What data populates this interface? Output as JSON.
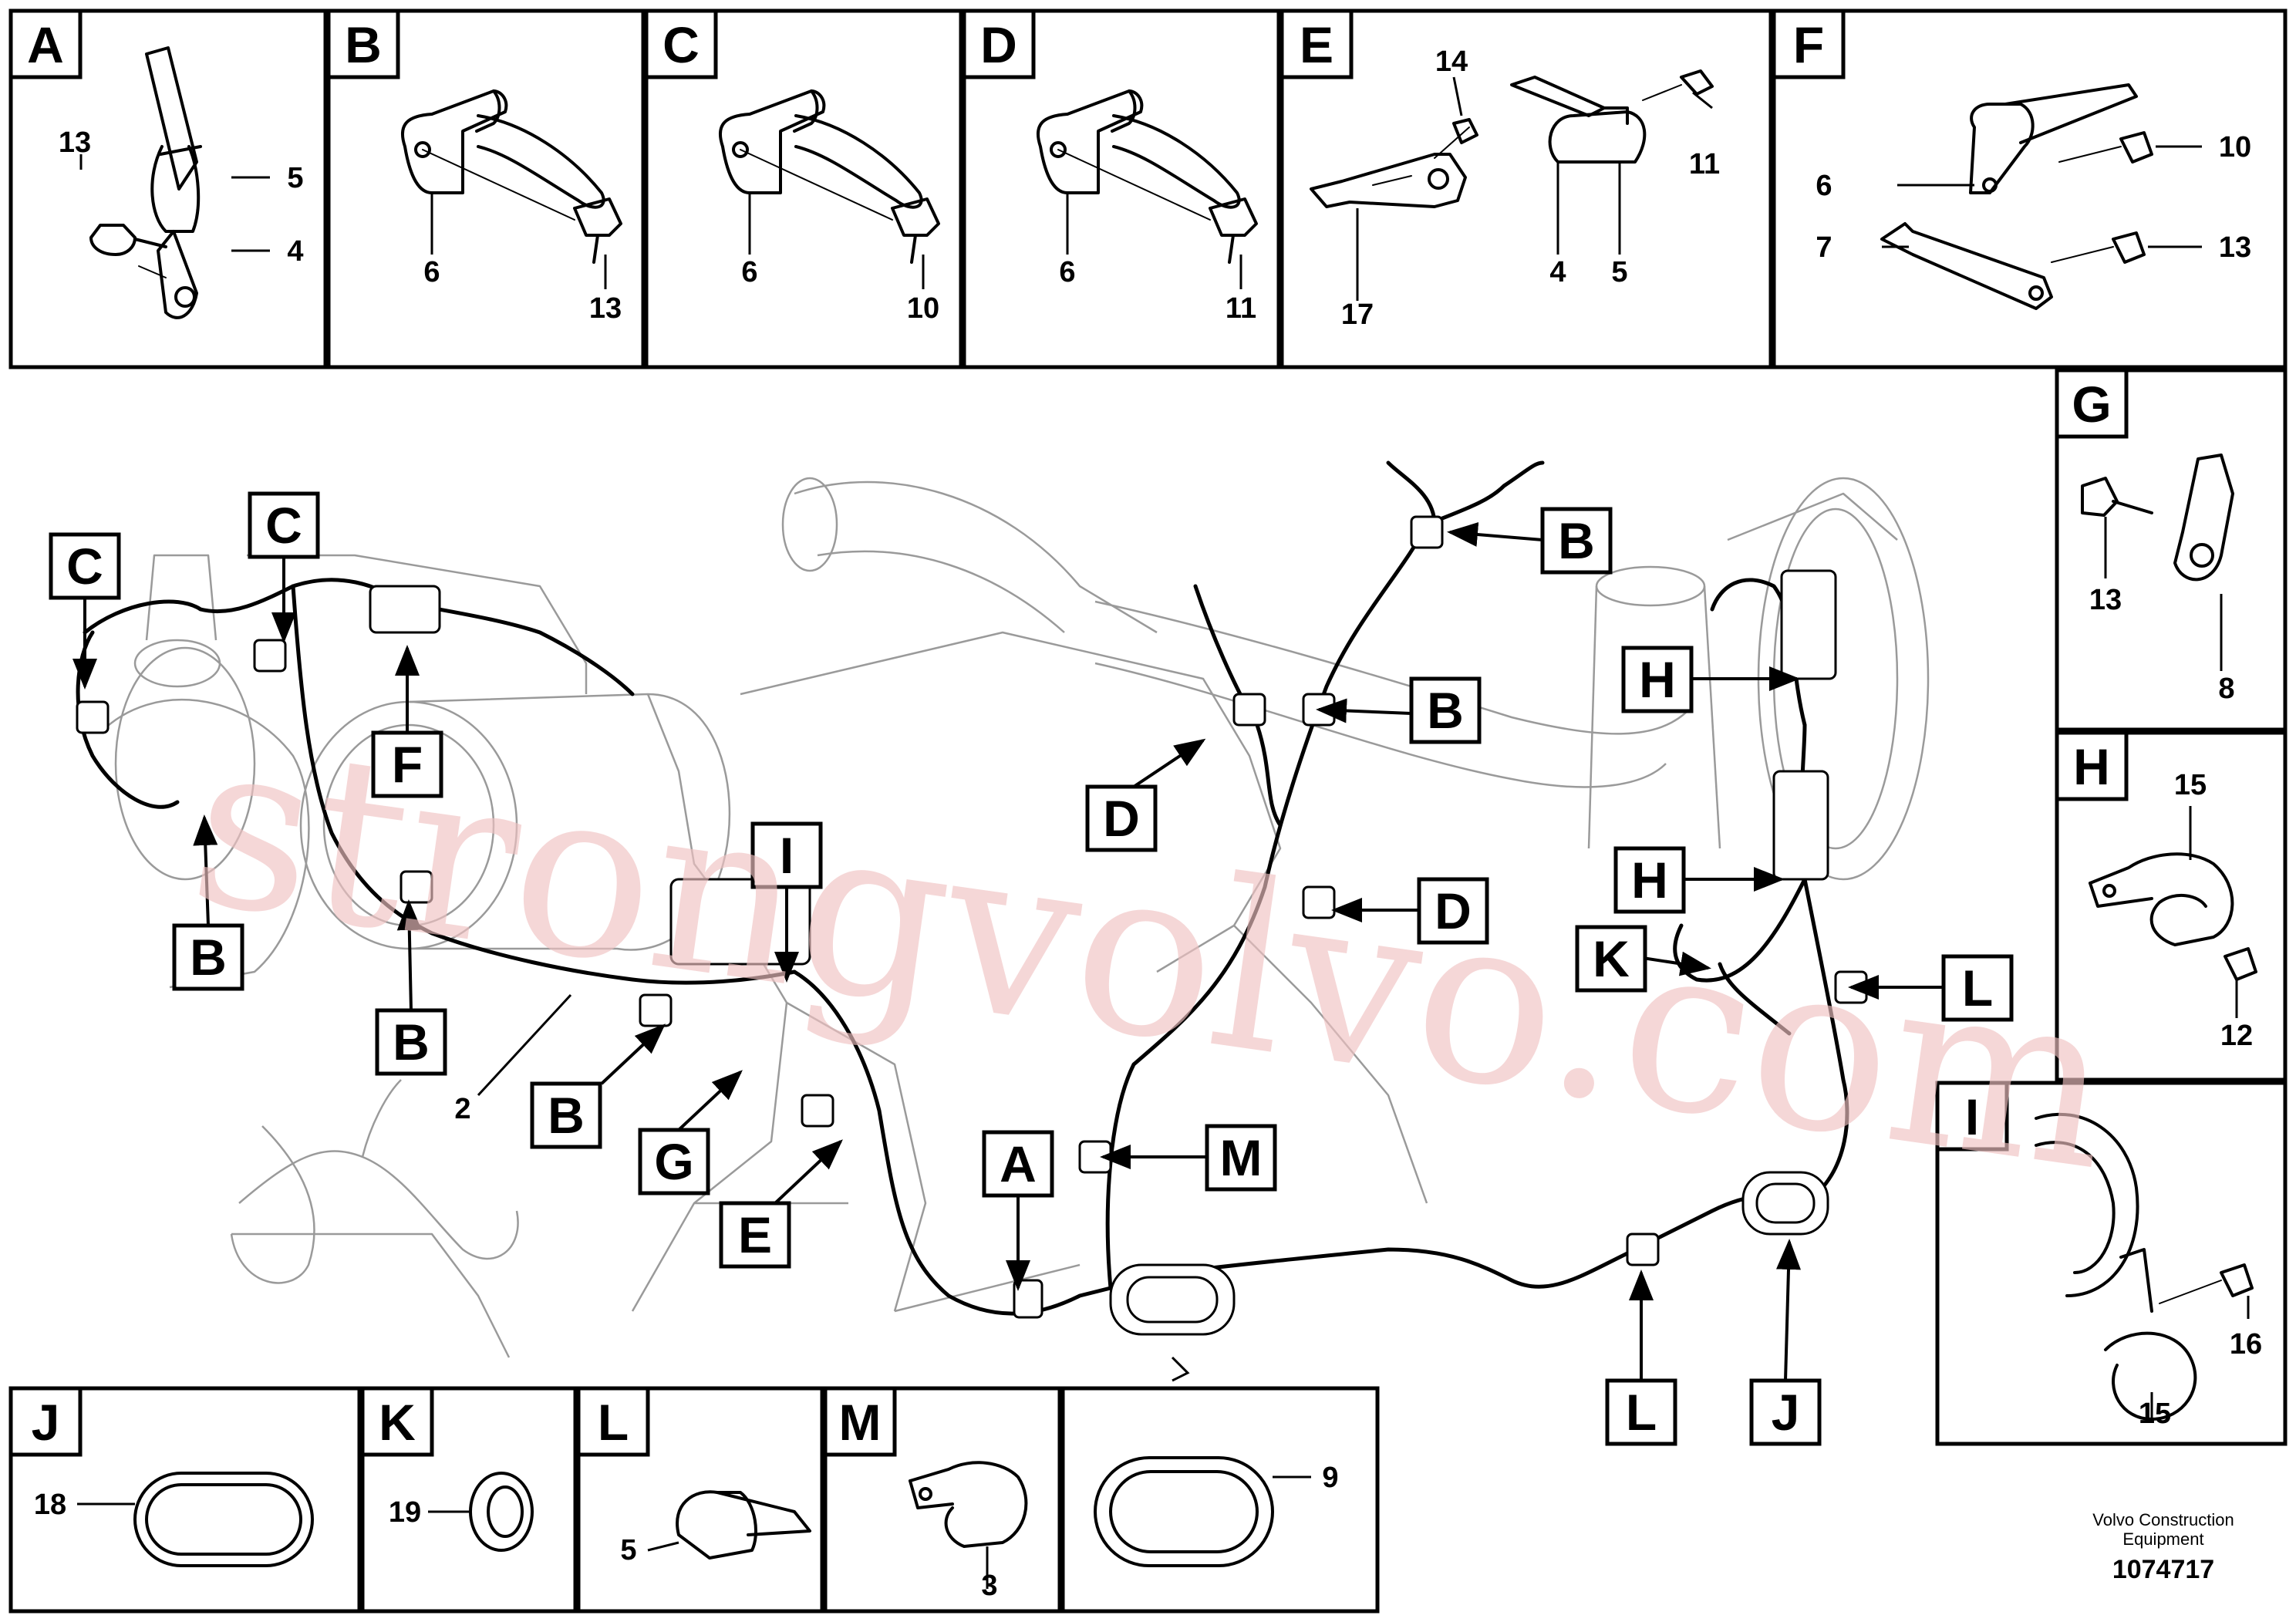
{
  "watermark": "strongvolvo.com",
  "brand": {
    "line1": "Volvo Construction",
    "line2": "Equipment",
    "drawing_number": "1074717"
  },
  "colors": {
    "ink": "#000000",
    "light_ink": "#9a9a9a",
    "watermark": "#f0c2c2",
    "paper": "#ffffff"
  },
  "top_panels": [
    {
      "letter": "A",
      "parts": [
        "13",
        "5",
        "4"
      ]
    },
    {
      "letter": "B",
      "parts": [
        "6",
        "13"
      ]
    },
    {
      "letter": "C",
      "parts": [
        "6",
        "10"
      ]
    },
    {
      "letter": "D",
      "parts": [
        "6",
        "11"
      ]
    },
    {
      "letter": "E",
      "parts": [
        "14",
        "11",
        "17",
        "4",
        "5"
      ]
    },
    {
      "letter": "F",
      "parts": [
        "6",
        "10",
        "7",
        "13"
      ]
    }
  ],
  "side_panels": [
    {
      "letter": "G",
      "parts": [
        "13",
        "8"
      ]
    },
    {
      "letter": "H",
      "parts": [
        "15",
        "12"
      ]
    },
    {
      "letter": "I",
      "parts": [
        "16",
        "15"
      ]
    }
  ],
  "bottom_panels": [
    {
      "letter": "J",
      "parts": [
        "18"
      ]
    },
    {
      "letter": "K",
      "parts": [
        "19"
      ]
    },
    {
      "letter": "L",
      "parts": [
        "5"
      ]
    },
    {
      "letter": "M",
      "parts": [
        "3"
      ]
    },
    {
      "letter": "",
      "parts": [
        "9"
      ]
    }
  ],
  "main_callouts": [
    "C",
    "C",
    "F",
    "B",
    "B",
    "B",
    "G",
    "E",
    "I",
    "A",
    "M",
    "D",
    "D",
    "B",
    "B",
    "H",
    "H",
    "K",
    "L",
    "L",
    "J"
  ],
  "main_parts": [
    "2"
  ]
}
